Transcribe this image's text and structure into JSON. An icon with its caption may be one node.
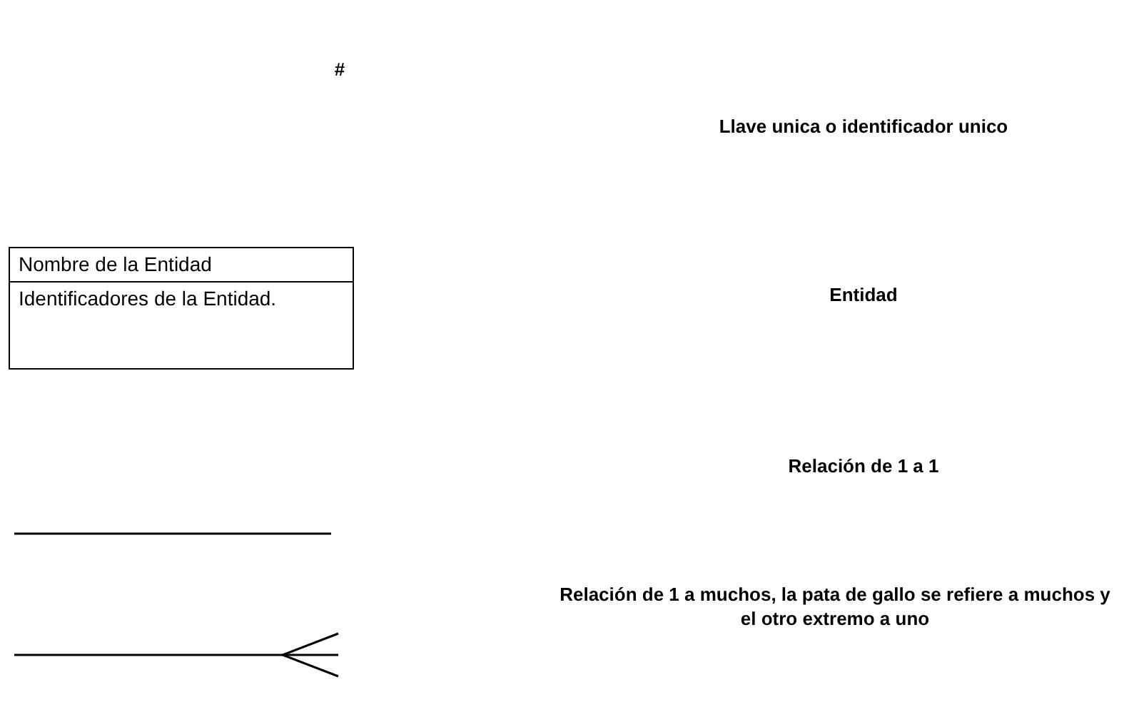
{
  "diagram": {
    "nodes": [
      {
        "text": [
          "Nombre de la Entidad",
          "Identificadores de la Entidad."
        ]
      }
    ],
    "labels": [
      "#",
      "Llave unica o identificador unico",
      "Entidad",
      "Relación de 1 a 1",
      "Relación de 1 a muchos, la pata de gallo se refiere a muchos y el otro extremo a uno"
    ]
  }
}
